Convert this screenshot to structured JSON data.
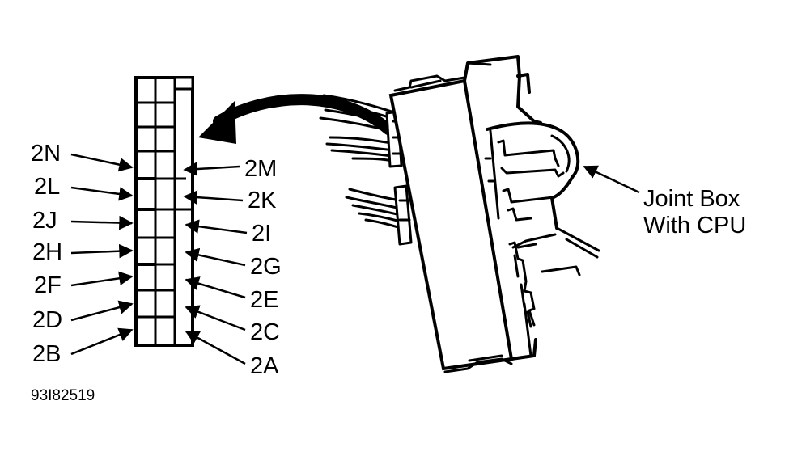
{
  "diagram": {
    "figure_id": "93I82519",
    "component_label_line1": "Joint Box",
    "component_label_line2": "With CPU",
    "pins_left": [
      "2N",
      "2L",
      "2J",
      "2H",
      "2F",
      "2D",
      "2B"
    ],
    "pins_right": [
      "2M",
      "2K",
      "2I",
      "2G",
      "2E",
      "2C",
      "2A"
    ],
    "line_color": "#000000",
    "background_color": "#ffffff"
  }
}
